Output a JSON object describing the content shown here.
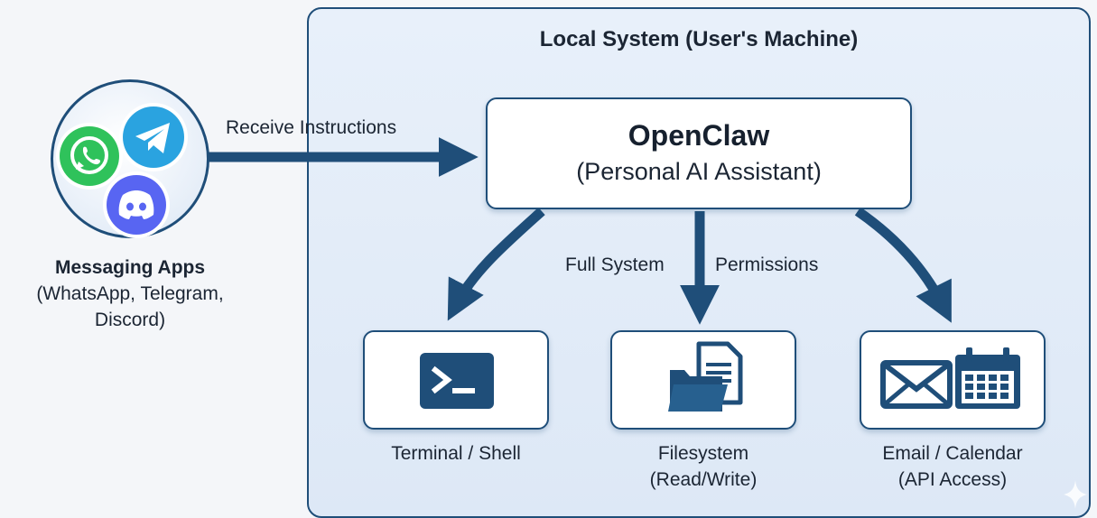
{
  "local_system": {
    "title": "Local System (User's Machine)"
  },
  "messaging": {
    "title": "Messaging Apps",
    "subtitle_line1": "(WhatsApp, Telegram,",
    "subtitle_line2": "Discord)",
    "icons": [
      "whatsapp-icon",
      "telegram-icon",
      "discord-icon"
    ]
  },
  "edges": {
    "receive": "Receive Instructions",
    "permissions_left": "Full System",
    "permissions_right": "Permissions"
  },
  "openclaw": {
    "title": "OpenClaw",
    "subtitle": "(Personal AI Assistant)"
  },
  "tools": [
    {
      "line1": "Terminal / Shell",
      "line2": "",
      "icon": "terminal-icon"
    },
    {
      "line1": "Filesystem",
      "line2": "(Read/Write)",
      "icon": "folder-document-icon"
    },
    {
      "line1": "Email / Calendar",
      "line2": "(API Access)",
      "icon": "email-calendar-icon"
    }
  ],
  "colors": {
    "primary": "#1f4e79",
    "panel": "#e3ecf8",
    "whatsapp": "#25d366",
    "telegram": "#2aa3e0",
    "discord": "#5865f2"
  }
}
